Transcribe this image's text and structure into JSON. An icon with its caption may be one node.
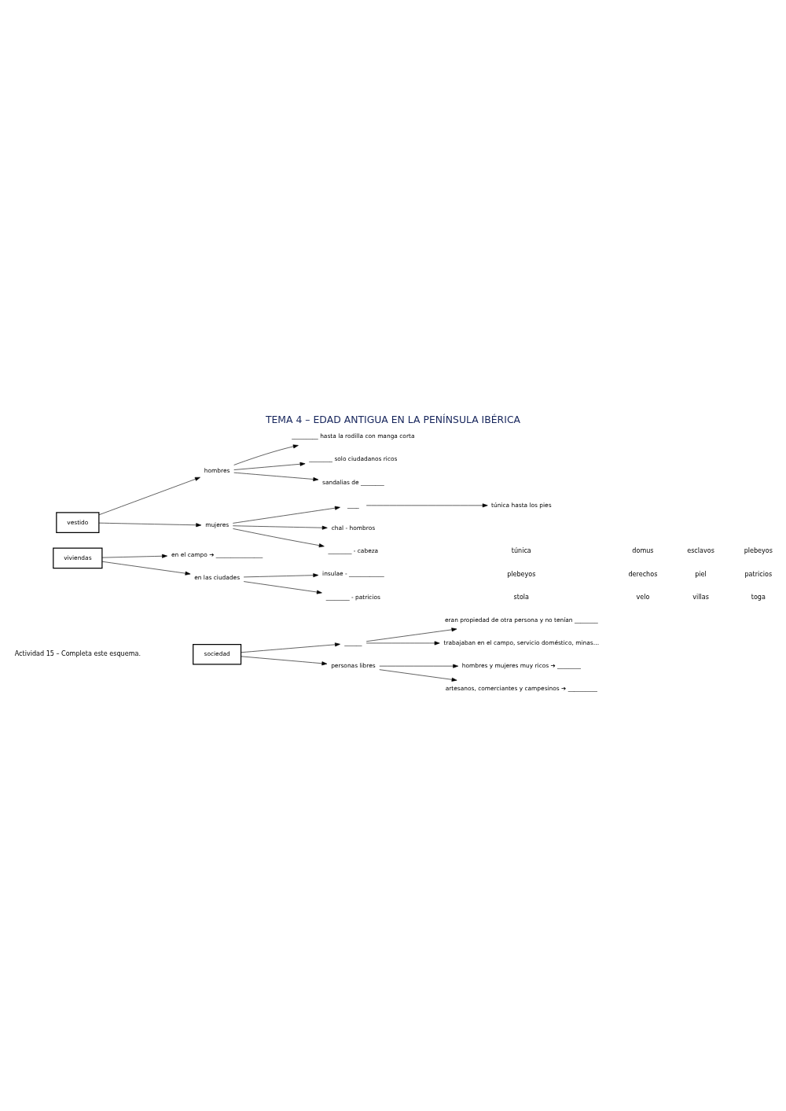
{
  "diagram": {
    "title": "TEMA 4 – EDAD ANTIGUA EN LA PENÍNSULA IBÉRICA",
    "nodes": [
      {
        "text": [
          "sociedad"
        ]
      },
      {
        "text": [
          "______"
        ]
      },
      {
        "text": [
          "eran propiedad de otra persona y no tenían ________"
        ]
      },
      {
        "text": [
          "trabajaban en el campo, servicio doméstico, minas…"
        ]
      },
      {
        "text": [
          "personas libres"
        ]
      },
      {
        "text": [
          "hombres y mujeres muy ricos ➔ ________"
        ]
      },
      {
        "text": [
          "artesanos, comerciantes y campesinos ➔ __________"
        ]
      },
      {
        "text": [
          "viviendas"
        ]
      },
      {
        "text": [
          "en el campo ➔ ________________"
        ]
      },
      {
        "text": [
          "en las ciudades"
        ]
      },
      {
        "text": [
          "insulae - ____________"
        ]
      },
      {
        "text": [
          "________ - patricios"
        ]
      },
      {
        "text": [
          "vestido"
        ]
      },
      {
        "text": [
          "hombres"
        ]
      },
      {
        "text": [
          "_________ hasta la rodilla con manga corta"
        ]
      },
      {
        "text": [
          "________ solo ciudadanos ricos"
        ]
      },
      {
        "text": [
          "sandalias de ________"
        ]
      },
      {
        "text": [
          "mujeres"
        ]
      },
      {
        "text": [
          "____"
        ]
      },
      {
        "text": [
          "túnica hasta los pies"
        ]
      },
      {
        "text": [
          "chal - hombros"
        ]
      },
      {
        "text": [
          "________ - cabeza"
        ]
      }
    ],
    "edges": [
      {
        "from": 0,
        "to": 1,
        "arrow": "to"
      },
      {
        "from": 0,
        "to": 4,
        "arrow": "to"
      },
      {
        "from": 1,
        "to": 2,
        "arrow": "to"
      },
      {
        "from": 1,
        "to": 3,
        "arrow": "to"
      },
      {
        "from": 4,
        "to": 5,
        "arrow": "to"
      },
      {
        "from": 4,
        "to": 6,
        "arrow": "to"
      },
      {
        "from": 7,
        "to": 8,
        "arrow": "to"
      },
      {
        "from": 7,
        "to": 9,
        "arrow": "to"
      },
      {
        "from": 9,
        "to": 10,
        "arrow": "to"
      },
      {
        "from": 9,
        "to": 11,
        "arrow": "to"
      },
      {
        "from": 12,
        "to": 13,
        "arrow": "to"
      },
      {
        "from": 12,
        "to": 17,
        "arrow": "to"
      },
      {
        "from": 13,
        "to": 14,
        "arrow": "to"
      },
      {
        "from": 13,
        "to": 15,
        "arrow": "to"
      },
      {
        "from": 13,
        "to": 16,
        "arrow": "to"
      },
      {
        "from": 17,
        "to": 18,
        "arrow": "to"
      },
      {
        "from": 18,
        "to": 19,
        "arrow": "to"
      },
      {
        "from": 17,
        "to": 20,
        "arrow": "to"
      },
      {
        "from": 17,
        "to": 21,
        "arrow": "to"
      }
    ],
    "labels": [
      "Actividad 15 – Completa este esquema.",
      "túnica",
      "domus",
      "esclavos",
      "plebeyos",
      "plebeyos",
      "derechos",
      "piel",
      "patricios",
      "stola",
      "velo",
      "villas",
      "toga"
    ]
  }
}
